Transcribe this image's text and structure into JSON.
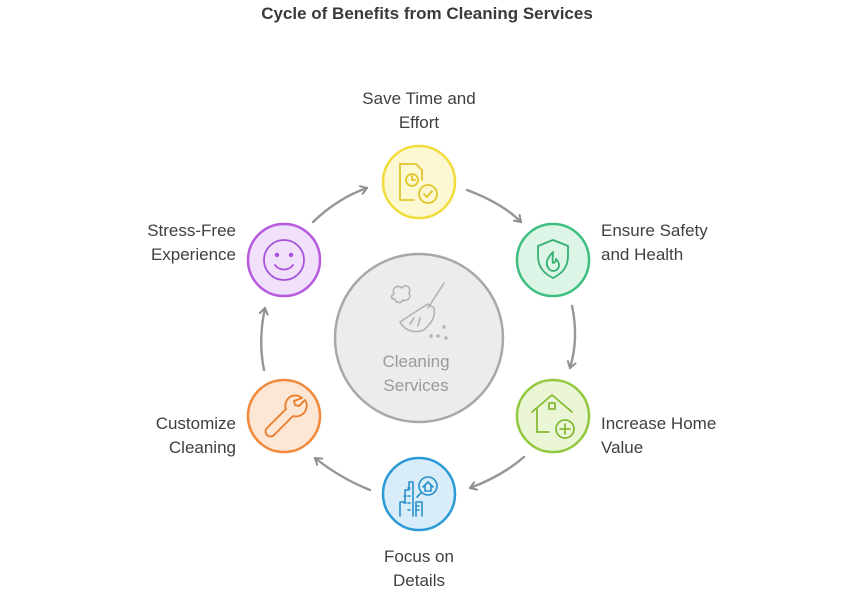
{
  "title": "Cycle of Benefits from Cleaning Services",
  "center": {
    "line1": "Cleaning",
    "line2": "Services",
    "icon": "broom-icon"
  },
  "nodes": [
    {
      "id": "save-time",
      "line1": "Save Time and",
      "line2": "Effort",
      "icon": "document-clock-icon",
      "color": "#f2dc3c",
      "fill": "#fcf8d2"
    },
    {
      "id": "ensure-safety",
      "line1": "Ensure Safety",
      "line2": "and Health",
      "icon": "shield-flame-icon",
      "color": "#3fbf7f",
      "fill": "#dcf5e7"
    },
    {
      "id": "increase-value",
      "line1": "Increase Home",
      "line2": "Value",
      "icon": "house-plus-icon",
      "color": "#93c841",
      "fill": "#ebf6d7"
    },
    {
      "id": "focus-details",
      "line1": "Focus on",
      "line2": "Details",
      "icon": "building-magnifier-icon",
      "color": "#2b9ad6",
      "fill": "#d8edf9"
    },
    {
      "id": "customize",
      "line1": "Customize",
      "line2": "Cleaning",
      "icon": "wrench-icon",
      "color": "#f0893c",
      "fill": "#fde6d3"
    },
    {
      "id": "stress-free",
      "line1": "Stress-Free",
      "line2": "Experience",
      "icon": "smiley-icon",
      "color": "#b45be0",
      "fill": "#f1e0fa"
    }
  ]
}
